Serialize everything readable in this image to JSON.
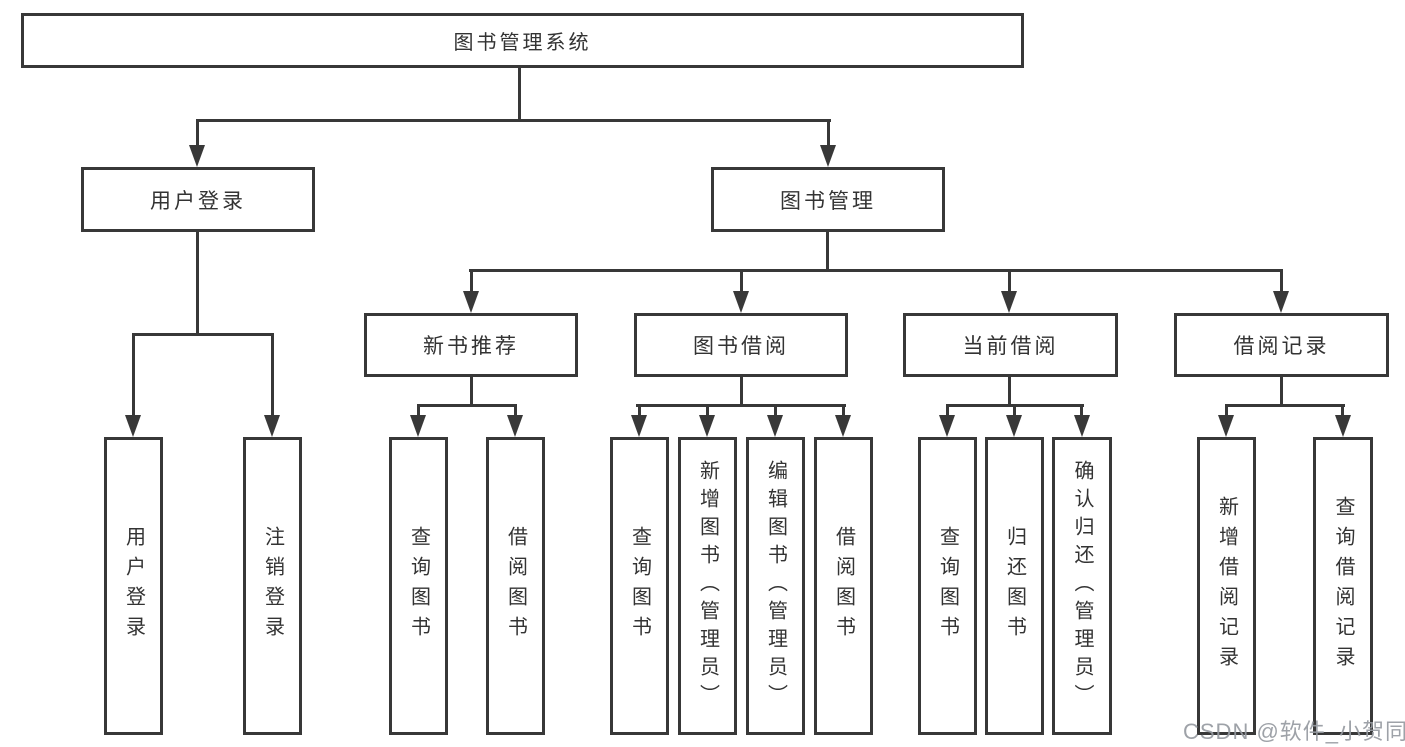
{
  "tree": {
    "root": {
      "label": "图书管理系统",
      "children": [
        {
          "label": "用户登录",
          "children": [
            {
              "label": "用户登录"
            },
            {
              "label": "注销登录"
            }
          ]
        },
        {
          "label": "图书管理",
          "children": [
            {
              "label": "新书推荐",
              "children": [
                {
                  "label": "查询图书"
                },
                {
                  "label": "借阅图书"
                }
              ]
            },
            {
              "label": "图书借阅",
              "children": [
                {
                  "label": "查询图书"
                },
                {
                  "label": "新增图书（管理员）"
                },
                {
                  "label": "编辑图书（管理员）"
                },
                {
                  "label": "借阅图书"
                }
              ]
            },
            {
              "label": "当前借阅",
              "children": [
                {
                  "label": "查询图书"
                },
                {
                  "label": "归还图书"
                },
                {
                  "label": "确认归还（管理员）"
                }
              ]
            },
            {
              "label": "借阅记录",
              "children": [
                {
                  "label": "新增借阅记录"
                },
                {
                  "label": "查询借阅记录"
                }
              ]
            }
          ]
        }
      ]
    }
  },
  "watermark": {
    "text": "CSDN @软件_小贺同学"
  },
  "colors": {
    "line": "#383838",
    "box_border": "#383838",
    "text": "#333333",
    "watermark": "#969aa1",
    "background": "#ffffff"
  }
}
